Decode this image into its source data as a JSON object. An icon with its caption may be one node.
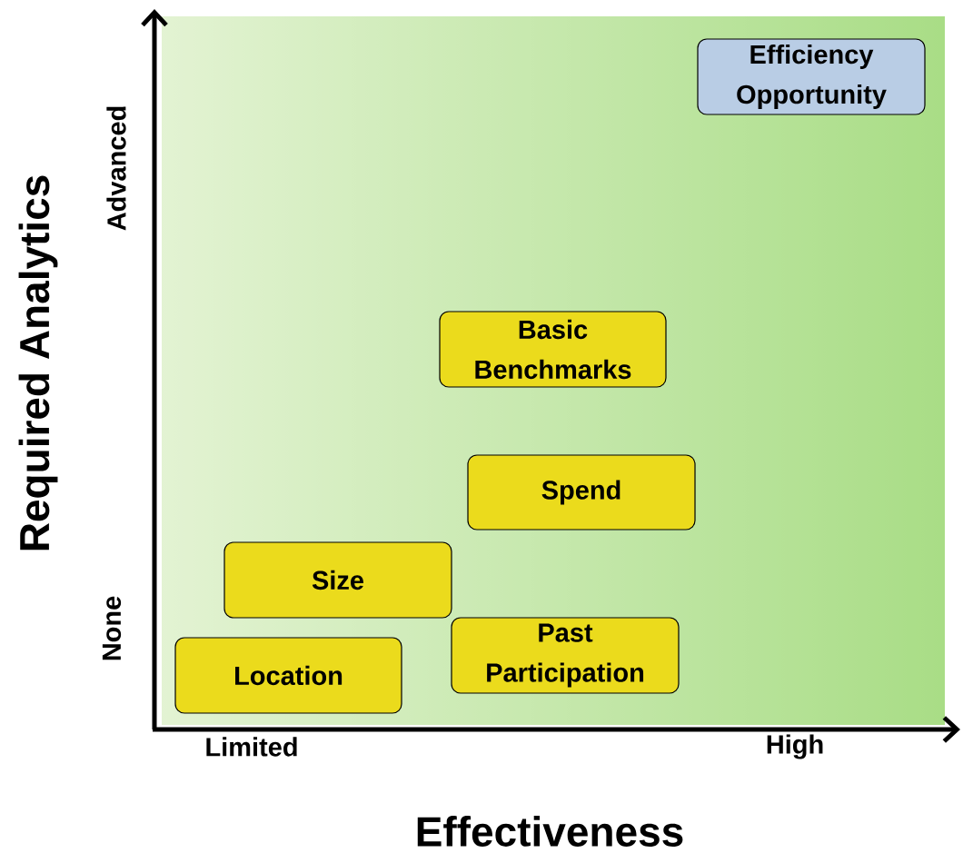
{
  "diagram": {
    "nodes": [
      {
        "text": [
          "Efficiency Opportunity"
        ]
      },
      {
        "text": [
          "Basic Benchmarks"
        ]
      },
      {
        "text": [
          "Spend"
        ]
      },
      {
        "text": [
          "Size"
        ]
      },
      {
        "text": [
          "Past Participation"
        ]
      },
      {
        "text": [
          "Location"
        ]
      }
    ],
    "labels": [
      "Required Analytics",
      "Advanced",
      "None",
      "Limited",
      "High",
      "Effectiveness"
    ]
  }
}
